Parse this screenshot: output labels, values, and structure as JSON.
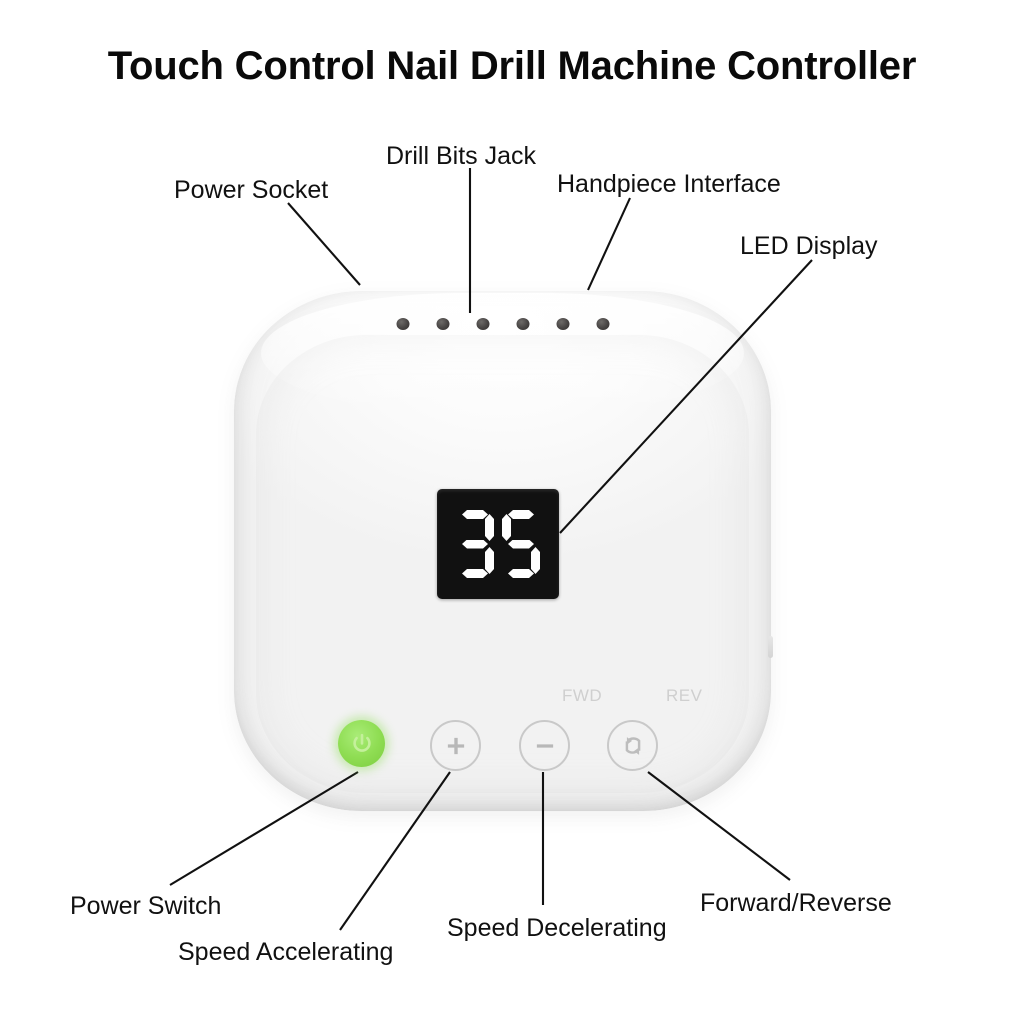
{
  "page": {
    "title": "Touch Control Nail Drill Machine Controller",
    "background_color": "#ffffff"
  },
  "device": {
    "body_color": "#fafafa",
    "vent_count": 6,
    "vent_label": "vent-hole",
    "side_notch_label": "side-port"
  },
  "display": {
    "value": "35",
    "digits": [
      "3",
      "5"
    ],
    "panel_color": "#111111",
    "segment_color": "#ffffff"
  },
  "indicators": {
    "fwd": "FWD",
    "rev": "REV",
    "color": "#cfcfcf"
  },
  "buttons": [
    {
      "id": "power",
      "icon": "power-icon",
      "label": "Power Switch",
      "color": "#8fdd53",
      "active": true
    },
    {
      "id": "accelerate",
      "icon": "plus-icon",
      "label": "Speed Accelerating",
      "color": "#c9c9c9",
      "active": false
    },
    {
      "id": "decelerate",
      "icon": "minus-icon",
      "label": "Speed Decelerating",
      "color": "#c9c9c9",
      "active": false
    },
    {
      "id": "forward-reverse",
      "icon": "rotate-arrows-icon",
      "label": "Forward/Reverse",
      "color": "#c9c9c9",
      "active": false
    }
  ],
  "callouts": [
    {
      "id": "power-socket",
      "text": "Power Socket"
    },
    {
      "id": "drill-bits-jack",
      "text": "Drill Bits Jack"
    },
    {
      "id": "handpiece-interface",
      "text": "Handpiece Interface"
    },
    {
      "id": "led-display",
      "text": "LED Display"
    },
    {
      "id": "power-switch",
      "text": "Power Switch"
    },
    {
      "id": "speed-accelerating",
      "text": "Speed Accelerating"
    },
    {
      "id": "speed-decelerating",
      "text": "Speed Decelerating"
    },
    {
      "id": "forward-reverse",
      "text": "Forward/Reverse"
    }
  ],
  "leader_line_color": "#111111"
}
